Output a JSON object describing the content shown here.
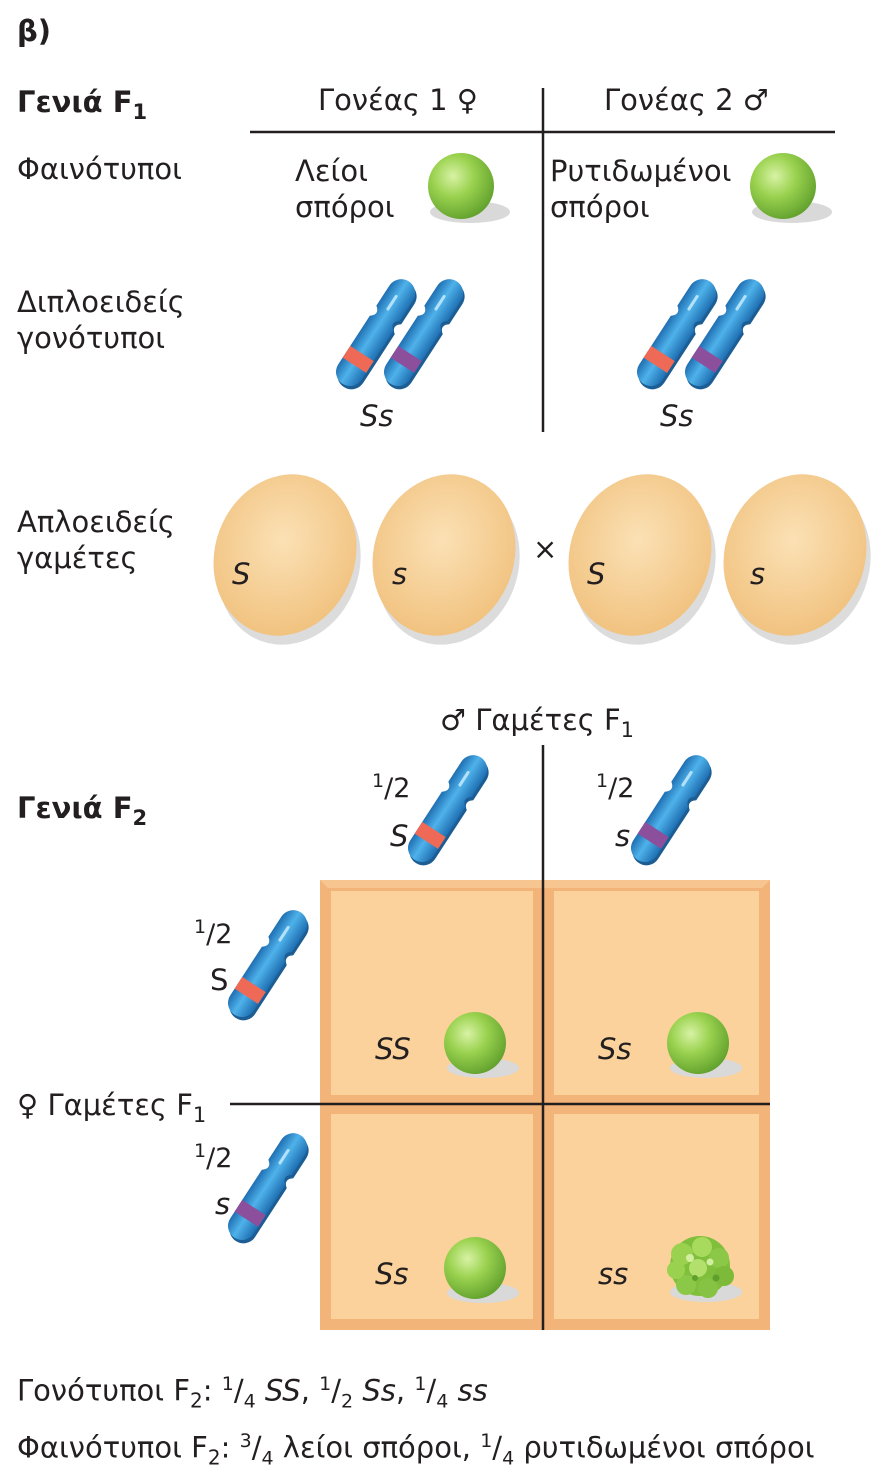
{
  "panel_label": "β)",
  "f1": {
    "title": "Γενιά F",
    "title_sub": "1",
    "parent1": "Γονέας 1 ♀",
    "parent2": "Γονέας 2 ♂",
    "phenotypes_label": "Φαινότυποι",
    "p1_phenotype_line1": "Λείοι",
    "p1_phenotype_line2": "σπόροι",
    "p2_phenotype_line1": "Ρυτιδωμένοι",
    "p2_phenotype_line2": "σπόροι",
    "diploid_label_line1": "Διπλοειδείς",
    "diploid_label_line2": "γονότυποι",
    "p1_genotype": "Ss",
    "p2_genotype": "Ss",
    "haploid_label_line1": "Απλοειδείς",
    "haploid_label_line2": "γαμέτες",
    "gamete_alleles": [
      "S",
      "s",
      "S",
      "s"
    ],
    "cross_symbol": "×"
  },
  "f2": {
    "title": "Γενιά F",
    "title_sub": "2",
    "male_gametes_label": "♂ Γαμέτες F",
    "male_gametes_sub": "1",
    "female_gametes_label": "♀ Γαμέτες F",
    "female_gametes_sub": "1",
    "fraction_num": "1",
    "fraction_den": "2",
    "top_alleles": [
      "S",
      "s"
    ],
    "left_alleles": [
      "S",
      "s"
    ],
    "cells": [
      "SS",
      "Ss",
      "Ss",
      "ss"
    ]
  },
  "summary": {
    "genotypes_prefix": "Γονότυποι F",
    "genotypes_sub": "2",
    "g_colon": ": ",
    "g1_num": "1",
    "g1_den": "4",
    "g1_text": "SS",
    "g2_num": "1",
    "g2_den": "2",
    "g2_text": "Ss",
    "g3_num": "1",
    "g3_den": "4",
    "g3_text": "ss",
    "sep": ", ",
    "phenotypes_prefix": "Φαινότυποι F",
    "phenotypes_sub": "2",
    "p1_num": "3",
    "p1_den": "4",
    "p1_text": " λείοι σπόροι, ",
    "p2_num": "1",
    "p2_den": "4",
    "p2_text": " ρυτιδωμένοι σπόροι"
  },
  "colors": {
    "chromosome_blue": "#3ea0dc",
    "dominant_band": "#ef6a56",
    "recessive_band": "#8c4f9c",
    "gamete_cell": "#f6d5a0",
    "punnett_fill": "#fbd29b",
    "punnett_bevel": "#f2b478",
    "seed_green": "#8fcc45",
    "line": "#231f20"
  }
}
